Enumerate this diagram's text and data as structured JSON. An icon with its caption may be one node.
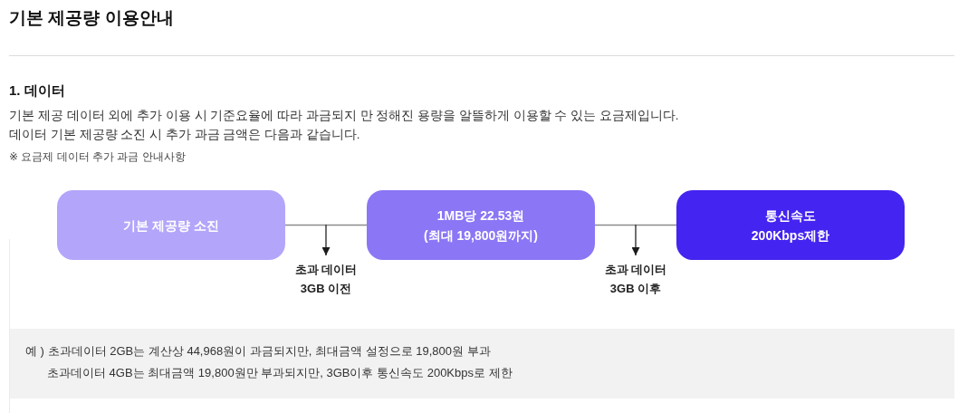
{
  "diagram": {
    "title": "기본 제공량 이용안내",
    "nodes": [
      {
        "text": [
          "기본 제공량 소진"
        ]
      },
      {
        "text": [
          "1MB당 22.53원 (최대 19,800원까지)"
        ]
      },
      {
        "text": [
          "통신속도 200Kbps제한"
        ]
      },
      {
        "text": [
          "초과 데이터 3GB 이전"
        ]
      },
      {
        "text": [
          "초과 데이터 3GB 이후"
        ]
      },
      {
        "text": [
          "예 ) 초과데이터 2GB는 계산상 44,968원이 과금되지만, 최대금액 설정으로 19,800원 부과",
          "초과데이터 4GB는 최대금액 19,800원만 부과되지만, 3GB이후 통신속도 200Kbps로 제한"
        ]
      }
    ],
    "edges": [
      {
        "from": 0,
        "to": 1,
        "arrow": "none"
      },
      {
        "from": 1,
        "to": 2,
        "arrow": "none"
      },
      {
        "from": null,
        "to": 3,
        "arrow": "to"
      },
      {
        "from": null,
        "to": 4,
        "arrow": "to"
      }
    ],
    "labels": [
      "1. 데이터",
      "기본 제공 데이터 외에 추가 이용 시 기준요율에 따라 과금되지 만 정해진 용량을 알뜰하게 이용할 수 있는 요금제입니다.",
      "데이터 기본 제공량 소진 시 추가 과금 금액은 다음과 같습니다.",
      "※ 요금제 데이터 추가 과금 안내사항"
    ]
  }
}
